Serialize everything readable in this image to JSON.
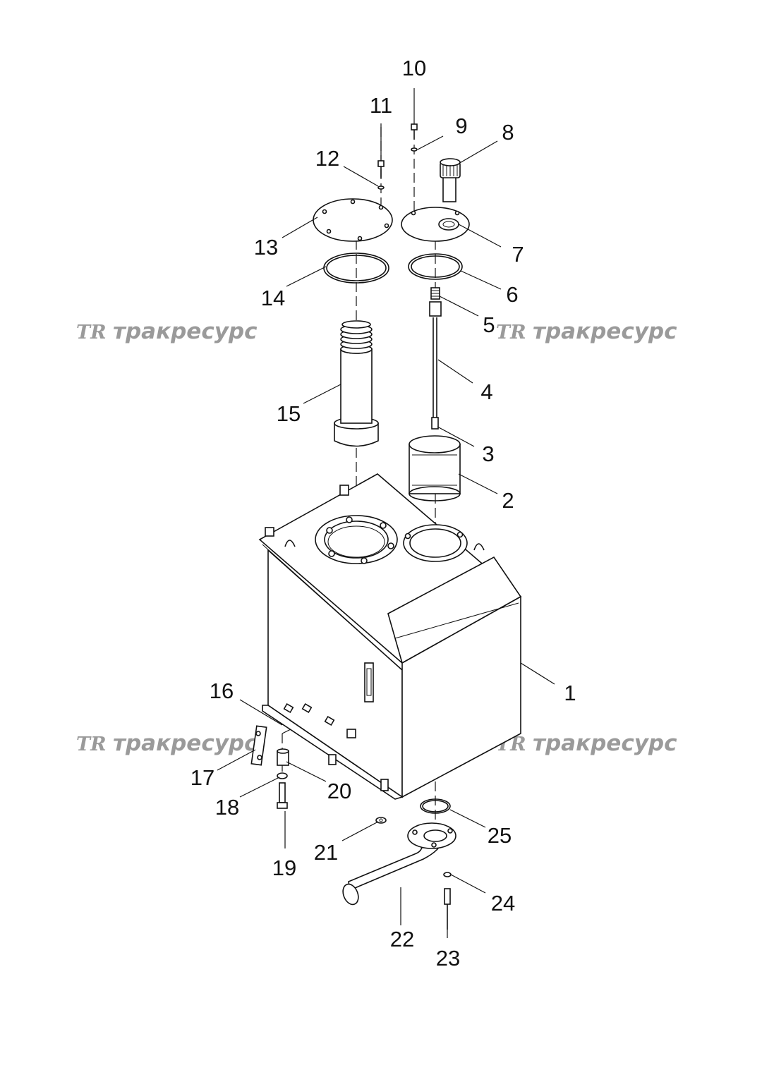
{
  "watermark": {
    "logo": "TR",
    "text": "тракресурс"
  },
  "callouts": {
    "c1": "1",
    "c2": "2",
    "c3": "3",
    "c4": "4",
    "c5": "5",
    "c6": "6",
    "c7": "7",
    "c8": "8",
    "c9": "9",
    "c10": "10",
    "c11": "11",
    "c12": "12",
    "c13": "13",
    "c14": "14",
    "c15": "15",
    "c16": "16",
    "c17": "17",
    "c18": "18",
    "c19": "19",
    "c20": "20",
    "c21": "21",
    "c22": "22",
    "c23": "23",
    "c24": "24",
    "c25": "25"
  }
}
